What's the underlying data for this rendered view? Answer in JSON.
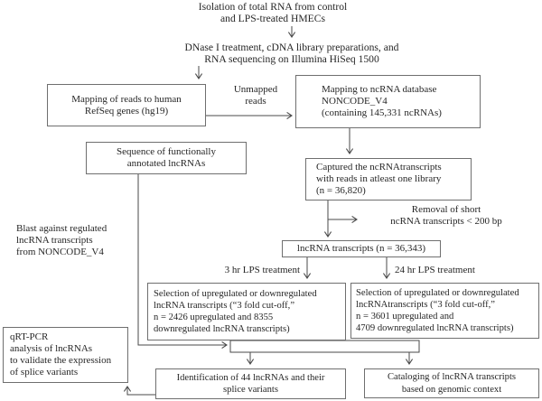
{
  "diagram": {
    "top_flow": {
      "step1": "Isolation of total RNA from control\nand LPS-treated HMECs",
      "step2": "DNase I treatment, cDNA library preparations, and\nRNA sequencing on Illumina HiSeq 1500"
    },
    "boxes": {
      "refseq_mapping": "Mapping of reads to human\nRefSeq genes (hg19)",
      "ncrna_mapping": "Mapping to ncRNA database\nNONCODE_V4\n(containing 145,331 ncRNAs)",
      "annotated_sequence": "Sequence of functionally\nannotated lncRNAs",
      "captured": "Captured the ncRNAtranscripts\nwith reads in atleast one library\n(n = 36,820)",
      "lncrna_transcripts": "lncRNA transcripts (n = 36,343)",
      "selection_3hr": "Selection of upregulated or downregulated\nlncRNA transcripts (“3 fold cut-off,”\nn = 2426 upregulated and 8355\ndownregulated lncRNA transcripts)",
      "selection_24hr": "Selection of upregulated or downregulated\nlncRNAtranscripts (“3 fold cut-off,”\nn = 3601 upregulated and\n4709 downregulated lncRNA transcripts)",
      "qrt_pcr": "qRT-PCR\nanalysis of lncRNAs\nto validate the expression\nof splice variants",
      "identification": "Identification of 44 lncRNAs and their\nsplice variants",
      "cataloging": "Cataloging of lncRNA transcripts\nbased on genomic context"
    },
    "labels": {
      "unmapped_reads": "Unmapped\nreads",
      "removal_short": "Removal of short\nncRNA transcripts < 200 bp",
      "treatment_3hr": "3 hr LPS treatment",
      "treatment_24hr": "24 hr LPS treatment",
      "blast": "Blast against regulated\nlncRNA transcripts\nfrom NONCODE_V4"
    },
    "colors": {
      "text": "#262626",
      "box_border": "#6f6f6f",
      "connector": "#4a4a4a",
      "background": "#ffffff"
    }
  }
}
